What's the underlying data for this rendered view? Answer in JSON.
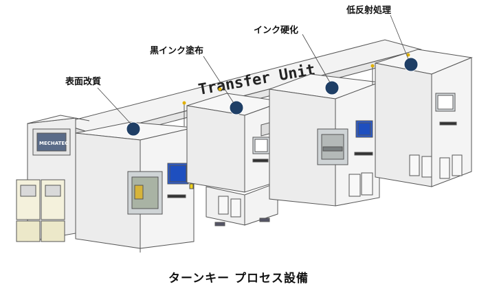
{
  "labels": {
    "surface": "表面改質",
    "black_ink": "黒インク塗布",
    "ink_cure": "インク硬化",
    "low_reflect": "低反射処理",
    "transfer": "Transfer Unit",
    "brand": "MECHATEC"
  },
  "caption": "ターンキー プロセス設備",
  "colors": {
    "marker": "#1f3f66",
    "frame": "#f1f1f1",
    "outline": "#555555",
    "screen": "#1e4fbf",
    "warning": "#f0d21c"
  }
}
